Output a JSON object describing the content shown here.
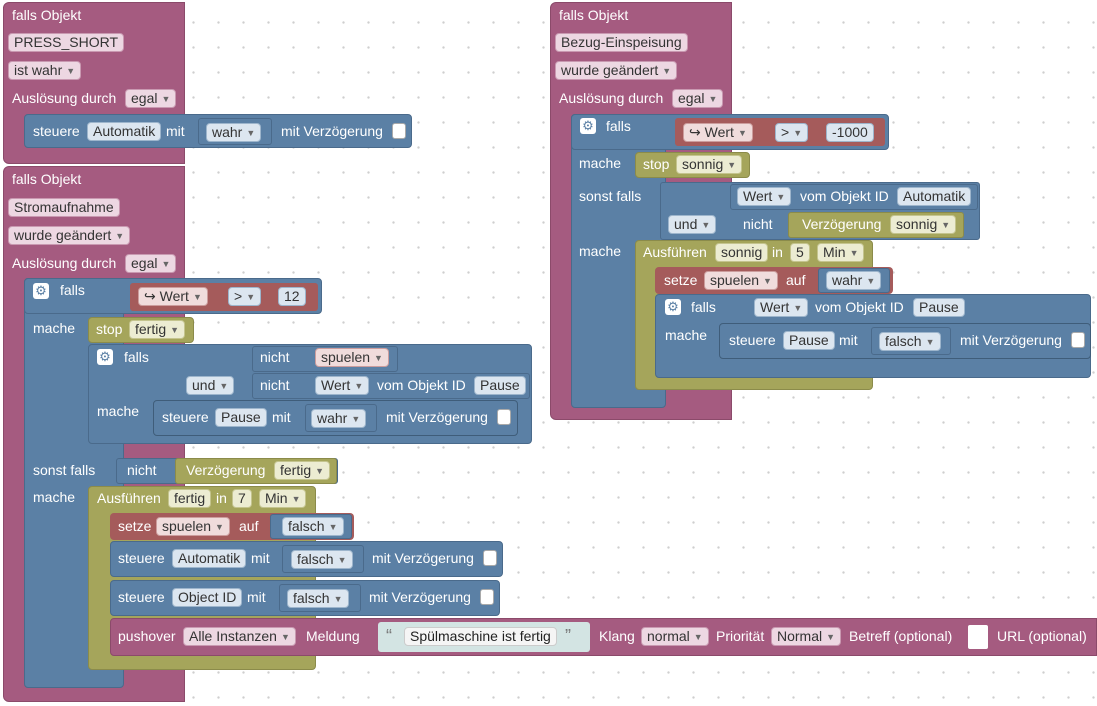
{
  "b1": {
    "title": "falls Objekt",
    "object": "PRESS_SHORT",
    "condition": "ist wahr",
    "trigger_label": "Auslösung durch",
    "trigger_value": "egal",
    "control": {
      "label": "steuere",
      "target": "Automatik",
      "with": "mit",
      "value": "wahr",
      "delay_label": "mit Verzögerung"
    }
  },
  "b2": {
    "title": "falls Objekt",
    "object": "Stromaufnahme",
    "condition": "wurde geändert",
    "trigger_label": "Auslösung durch",
    "trigger_value": "egal",
    "if_label": "falls",
    "compare": {
      "value": "Wert",
      "op": ">",
      "num": "12"
    },
    "do_label": "mache",
    "stop": {
      "label": "stop",
      "value": "fertig"
    },
    "inner_if": {
      "if_label": "falls",
      "not1": "nicht",
      "var1": "spuelen",
      "and": "und",
      "not2": "nicht",
      "get_value": "Wert",
      "from_label": "vom Objekt ID",
      "obj": "Pause",
      "do_label": "mache",
      "control": {
        "label": "steuere",
        "target": "Pause",
        "with": "mit",
        "value": "wahr",
        "delay_label": "mit Verzögerung"
      }
    },
    "elseif_label": "sonst falls",
    "not3": "nicht",
    "delay_check": {
      "label": "Verzögerung",
      "value": "fertig"
    },
    "do2_label": "mache",
    "exec": {
      "label": "Ausführen",
      "name": "fertig",
      "in": "in",
      "num": "7",
      "unit": "Min",
      "set": {
        "label": "setze",
        "var": "spuelen",
        "to": "auf",
        "value": "falsch"
      },
      "ctrl1": {
        "label": "steuere",
        "target": "Automatik",
        "with": "mit",
        "value": "falsch",
        "delay_label": "mit Verzögerung"
      },
      "ctrl2": {
        "label": "steuere",
        "target": "Object ID",
        "with": "mit",
        "value": "falsch",
        "delay_label": "mit Verzögerung"
      },
      "push": {
        "label": "pushover",
        "instance": "Alle Instanzen",
        "msg_label": "Meldung",
        "msg": "Spülmaschine ist fertig",
        "sound_label": "Klang",
        "sound": "normal",
        "prio_label": "Priorität",
        "prio": "Normal",
        "subject_label": "Betreff (optional)",
        "url_label": "URL (optional)"
      }
    }
  },
  "b3": {
    "title": "falls Objekt",
    "object": "Bezug-Einspeisung",
    "condition": "wurde geändert",
    "trigger_label": "Auslösung durch",
    "trigger_value": "egal",
    "if_label": "falls",
    "compare": {
      "value": "Wert",
      "op": ">",
      "num": "-1000"
    },
    "do_label": "mache",
    "stop": {
      "label": "stop",
      "value": "sonnig"
    },
    "elseif_label": "sonst falls",
    "get_value": "Wert",
    "from_label": "vom Objekt ID",
    "obj": "Automatik",
    "and": "und",
    "not": "nicht",
    "delay_check": {
      "label": "Verzögerung",
      "value": "sonnig"
    },
    "do2_label": "mache",
    "exec": {
      "label": "Ausführen",
      "name": "sonnig",
      "in": "in",
      "num": "5",
      "unit": "Min",
      "set": {
        "label": "setze",
        "var": "spuelen",
        "to": "auf",
        "value": "wahr"
      },
      "inner_if": {
        "if_label": "falls",
        "get_value": "Wert",
        "from_label": "vom Objekt ID",
        "obj": "Pause",
        "do_label": "mache",
        "control": {
          "label": "steuere",
          "target": "Pause",
          "with": "mit",
          "value": "falsch",
          "delay_label": "mit Verzögerung"
        }
      }
    }
  }
}
